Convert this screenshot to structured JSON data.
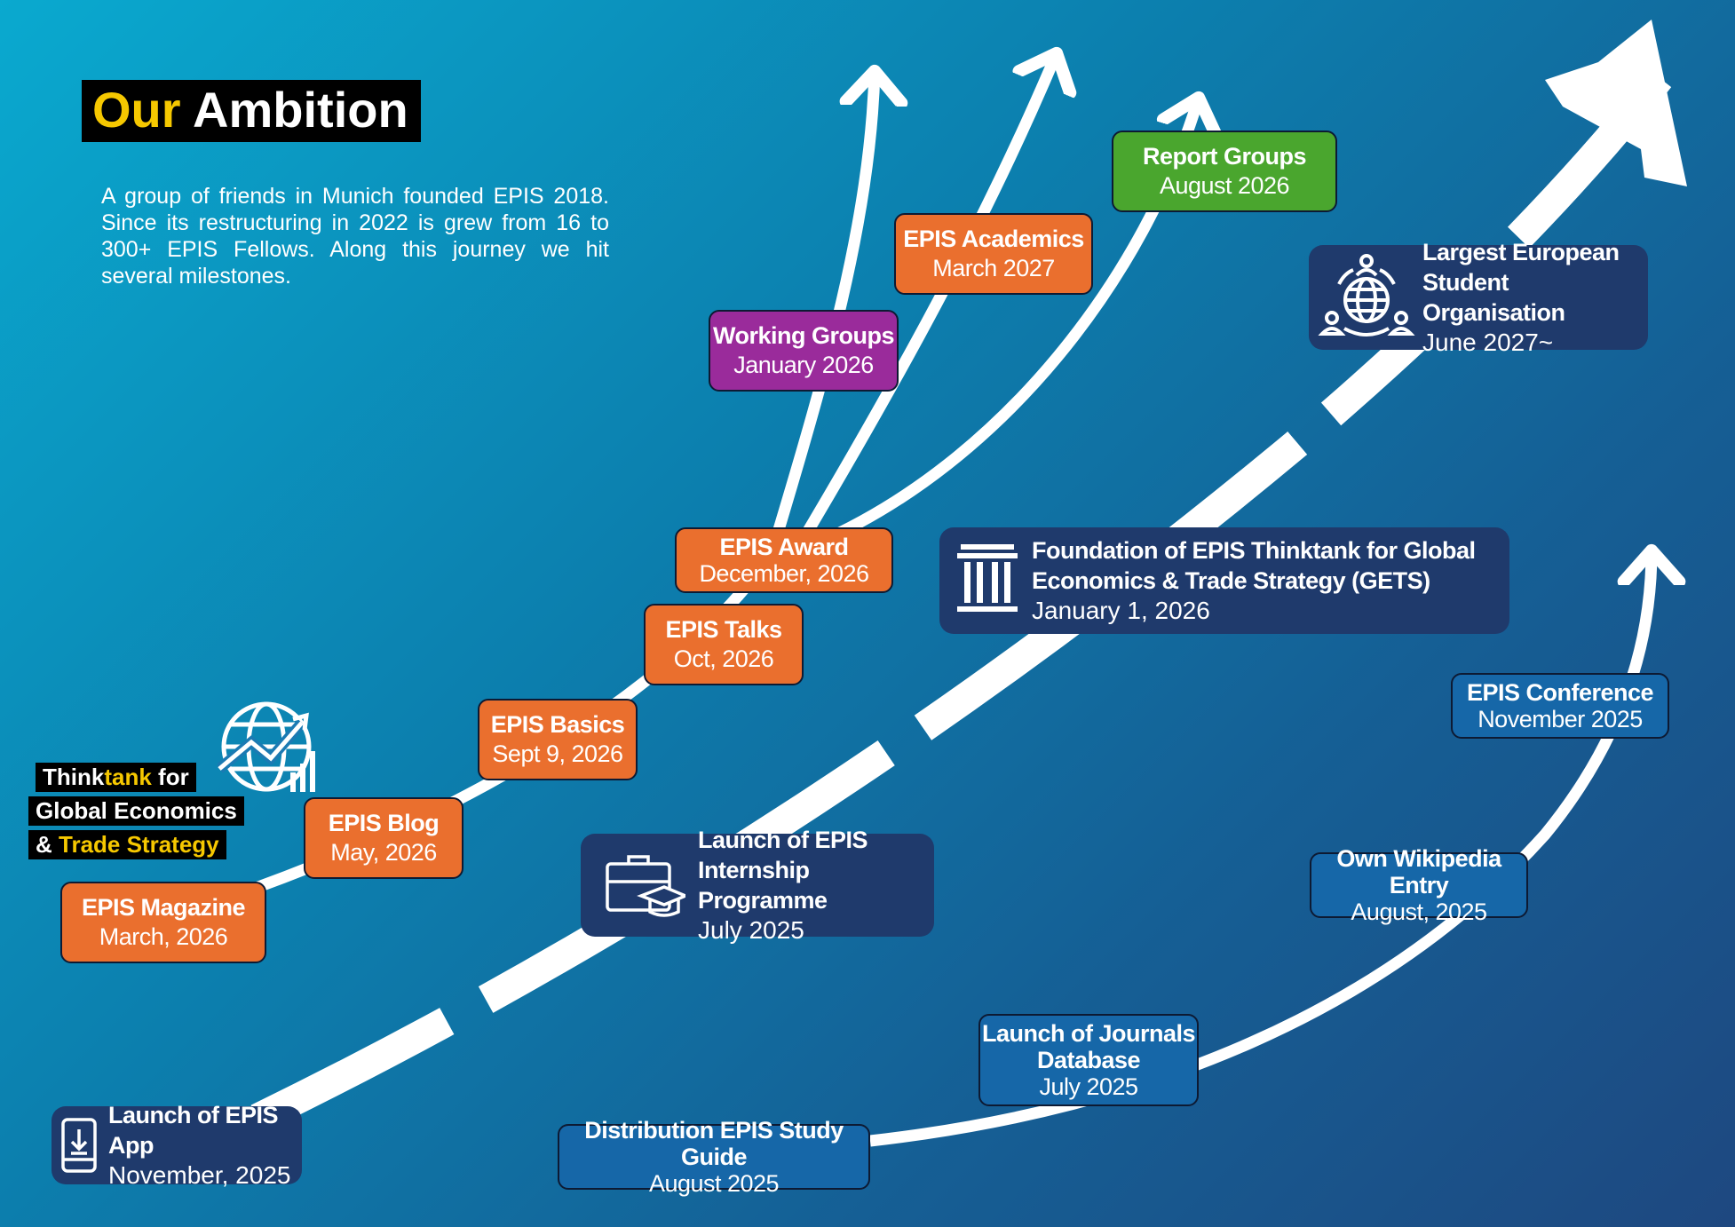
{
  "title": {
    "accent": "Our",
    "main": "Ambition"
  },
  "intro": "A group of friends in Munich founded EPIS 2018. Since its restructuring in 2022 is grew from 16 to 300+ EPIS Fellows. Along this journey we hit several milestones.",
  "thinktank": {
    "line1_a": "Think",
    "line1_b": "tank",
    "line1_c": " for",
    "line2": "Global Economics",
    "line3_a": "& ",
    "line3_b": "Trade Strategy"
  },
  "milestones": {
    "magazine": {
      "title": "EPIS Magazine",
      "date": "March, 2026"
    },
    "blog": {
      "title": "EPIS Blog",
      "date": "May, 2026"
    },
    "basics": {
      "title": "EPIS Basics",
      "date": "Sept 9, 2026"
    },
    "talks": {
      "title": "EPIS Talks",
      "date": "Oct, 2026"
    },
    "award": {
      "title": "EPIS Award",
      "date": "December, 2026"
    },
    "working": {
      "title": "Working Groups",
      "date": "January 2026"
    },
    "academics": {
      "title": "EPIS Academics",
      "date": "March 2027"
    },
    "report": {
      "title": "Report Groups",
      "date": "August 2026"
    },
    "largest": {
      "title1": "Largest European",
      "title2": "Student Organisation",
      "date": "June 2027~"
    },
    "gets": {
      "title1": "Foundation of EPIS Thinktank for Global",
      "title2": "Economics & Trade Strategy (GETS)",
      "date": "January 1, 2026"
    },
    "internship": {
      "title1": "Launch of EPIS",
      "title2": "Internship Programme",
      "date": "July 2025"
    },
    "app": {
      "title": "Launch of EPIS App",
      "date": "November, 2025"
    },
    "conference": {
      "title": "EPIS Conference",
      "date": "November 2025"
    },
    "wikipedia": {
      "title": "Own Wikipedia Entry",
      "date": "August, 2025"
    },
    "journals": {
      "title1": "Launch of Journals",
      "title2": "Database",
      "date": "July 2025"
    },
    "studyguide": {
      "title": "Distribution EPIS Study Guide",
      "date": "August 2025"
    }
  },
  "icons": [
    "globe-chart-icon",
    "community-globe-icon",
    "institution-icon",
    "briefcase-graduation-icon",
    "mobile-download-icon"
  ],
  "colors": {
    "orange": "#ea6f2e",
    "navy": "#1f3a6c",
    "blue": "#1667a8",
    "purple": "#9a2b9b",
    "green": "#4aa62e",
    "accent": "#f6c800"
  }
}
